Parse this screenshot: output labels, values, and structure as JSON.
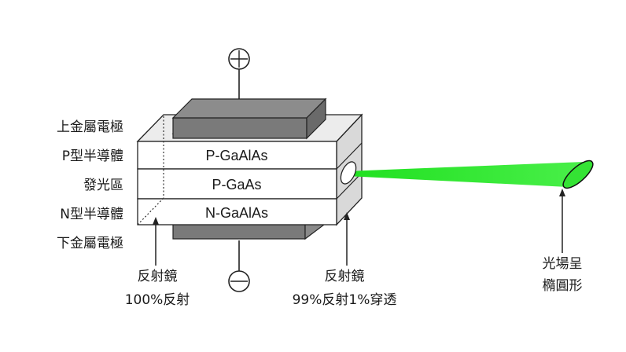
{
  "left_labels": {
    "top_electrode": "上金屬電極",
    "p_semiconductor": "P型半導體",
    "active_region": "發光區",
    "n_semiconductor": "N型半導體",
    "bottom_electrode": "下金屬電極"
  },
  "layers": {
    "p_layer": "P-GaAlAs",
    "active_layer": "P-GaAs",
    "n_layer": "N-GaAlAs"
  },
  "bottom_labels": {
    "back_mirror_line1": "反射鏡",
    "back_mirror_line2": "100%反射",
    "front_mirror_line1": "反射鏡",
    "front_mirror_line2": "99%反射1%穿透"
  },
  "beam_labels": {
    "line1": "光場呈",
    "line2": "橢圓形"
  },
  "terminals": {
    "positive": "plus-circle",
    "negative": "minus-circle"
  },
  "colors": {
    "beam": "#3ee83e",
    "beam_core": "#22d922",
    "electrode": "#7a7a7a",
    "side_face": "#d9d9d9",
    "layer_face": "#ffffff",
    "outline": "#222222"
  }
}
